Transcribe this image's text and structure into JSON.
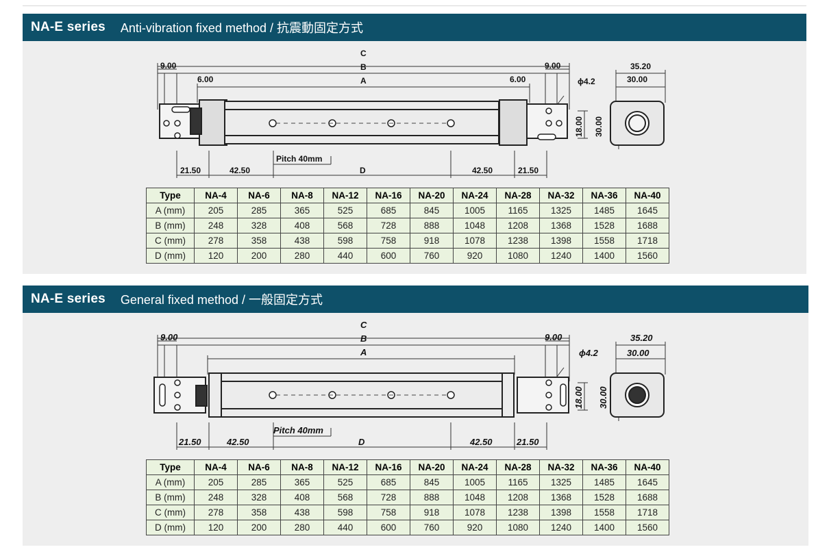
{
  "sections": [
    {
      "series": "NA-E series",
      "description": "Anti-vibration fixed method / 抗震動固定方式",
      "dims": {
        "c": "C",
        "b": "B",
        "a": "A",
        "d": "D",
        "left_9": "9.00",
        "right_9": "9.00",
        "left_6": "6.00",
        "right_6": "6.00",
        "phi": "ϕ4.2",
        "w_35": "35.20",
        "w_30": "30.00",
        "h_18": "18.00",
        "h_30": "30.00",
        "l_2150": "21.50",
        "l_4250": "42.50",
        "r_4250": "42.50",
        "r_2150": "21.50",
        "pitch": "Pitch 40mm"
      },
      "table": {
        "header": [
          "Type",
          "NA-4",
          "NA-6",
          "NA-8",
          "NA-12",
          "NA-16",
          "NA-20",
          "NA-24",
          "NA-28",
          "NA-32",
          "NA-36",
          "NA-40"
        ],
        "rows": [
          [
            "A (mm)",
            "205",
            "285",
            "365",
            "525",
            "685",
            "845",
            "1005",
            "1165",
            "1325",
            "1485",
            "1645"
          ],
          [
            "B (mm)",
            "248",
            "328",
            "408",
            "568",
            "728",
            "888",
            "1048",
            "1208",
            "1368",
            "1528",
            "1688"
          ],
          [
            "C (mm)",
            "278",
            "358",
            "438",
            "598",
            "758",
            "918",
            "1078",
            "1238",
            "1398",
            "1558",
            "1718"
          ],
          [
            "D (mm)",
            "120",
            "200",
            "280",
            "440",
            "600",
            "760",
            "920",
            "1080",
            "1240",
            "1400",
            "1560"
          ]
        ]
      }
    },
    {
      "series": "NA-E series",
      "description": "General fixed method / 一般固定方式",
      "dims": {
        "c": "C",
        "b": "B",
        "a": "A",
        "d": "D",
        "left_9": "9.00",
        "right_9": "9.00",
        "phi": "ϕ4.2",
        "w_35": "35.20",
        "w_30": "30.00",
        "h_18": "18.00",
        "h_30": "30.00",
        "l_2150": "21.50",
        "l_4250": "42.50",
        "r_4250": "42.50",
        "r_2150": "21.50",
        "pitch": "Pitch 40mm"
      },
      "table": {
        "header": [
          "Type",
          "NA-4",
          "NA-6",
          "NA-8",
          "NA-12",
          "NA-16",
          "NA-20",
          "NA-24",
          "NA-28",
          "NA-32",
          "NA-36",
          "NA-40"
        ],
        "rows": [
          [
            "A (mm)",
            "205",
            "285",
            "365",
            "525",
            "685",
            "845",
            "1005",
            "1165",
            "1325",
            "1485",
            "1645"
          ],
          [
            "B (mm)",
            "248",
            "328",
            "408",
            "568",
            "728",
            "888",
            "1048",
            "1208",
            "1368",
            "1528",
            "1688"
          ],
          [
            "C (mm)",
            "278",
            "358",
            "438",
            "598",
            "758",
            "918",
            "1078",
            "1238",
            "1398",
            "1558",
            "1718"
          ],
          [
            "D (mm)",
            "120",
            "200",
            "280",
            "440",
            "600",
            "760",
            "920",
            "1080",
            "1240",
            "1400",
            "1560"
          ]
        ]
      }
    }
  ]
}
